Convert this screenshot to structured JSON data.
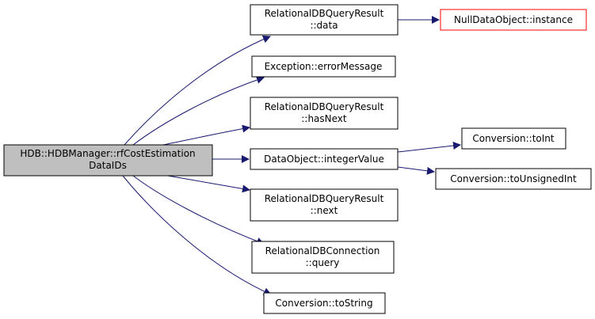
{
  "graph": {
    "colors": {
      "edge": "#191970",
      "root_fill": "#bfbfbf",
      "node_fill": "#ffffff",
      "node_border": "#000000",
      "missing_border": "#ff0000"
    },
    "nodes": {
      "root": {
        "lines": [
          "HDB::HDBManager::rfCostEstimation",
          "DataIDs"
        ]
      },
      "rdbqr_data": {
        "lines": [
          "RelationalDBQueryResult",
          "::data"
        ]
      },
      "null_instance": {
        "lines": [
          "NullDataObject::instance"
        ]
      },
      "exc_error": {
        "lines": [
          "Exception::errorMessage"
        ]
      },
      "rdbqr_hasnext": {
        "lines": [
          "RelationalDBQueryResult",
          "::hasNext"
        ]
      },
      "dataobj_int": {
        "lines": [
          "DataObject::integerValue"
        ]
      },
      "conv_toint": {
        "lines": [
          "Conversion::toInt"
        ]
      },
      "conv_tounsigned": {
        "lines": [
          "Conversion::toUnsignedInt"
        ]
      },
      "rdbqr_next": {
        "lines": [
          "RelationalDBQueryResult",
          "::next"
        ]
      },
      "rdbconn_query": {
        "lines": [
          "RelationalDBConnection",
          "::query"
        ]
      },
      "conv_tostring": {
        "lines": [
          "Conversion::toString"
        ]
      }
    }
  }
}
